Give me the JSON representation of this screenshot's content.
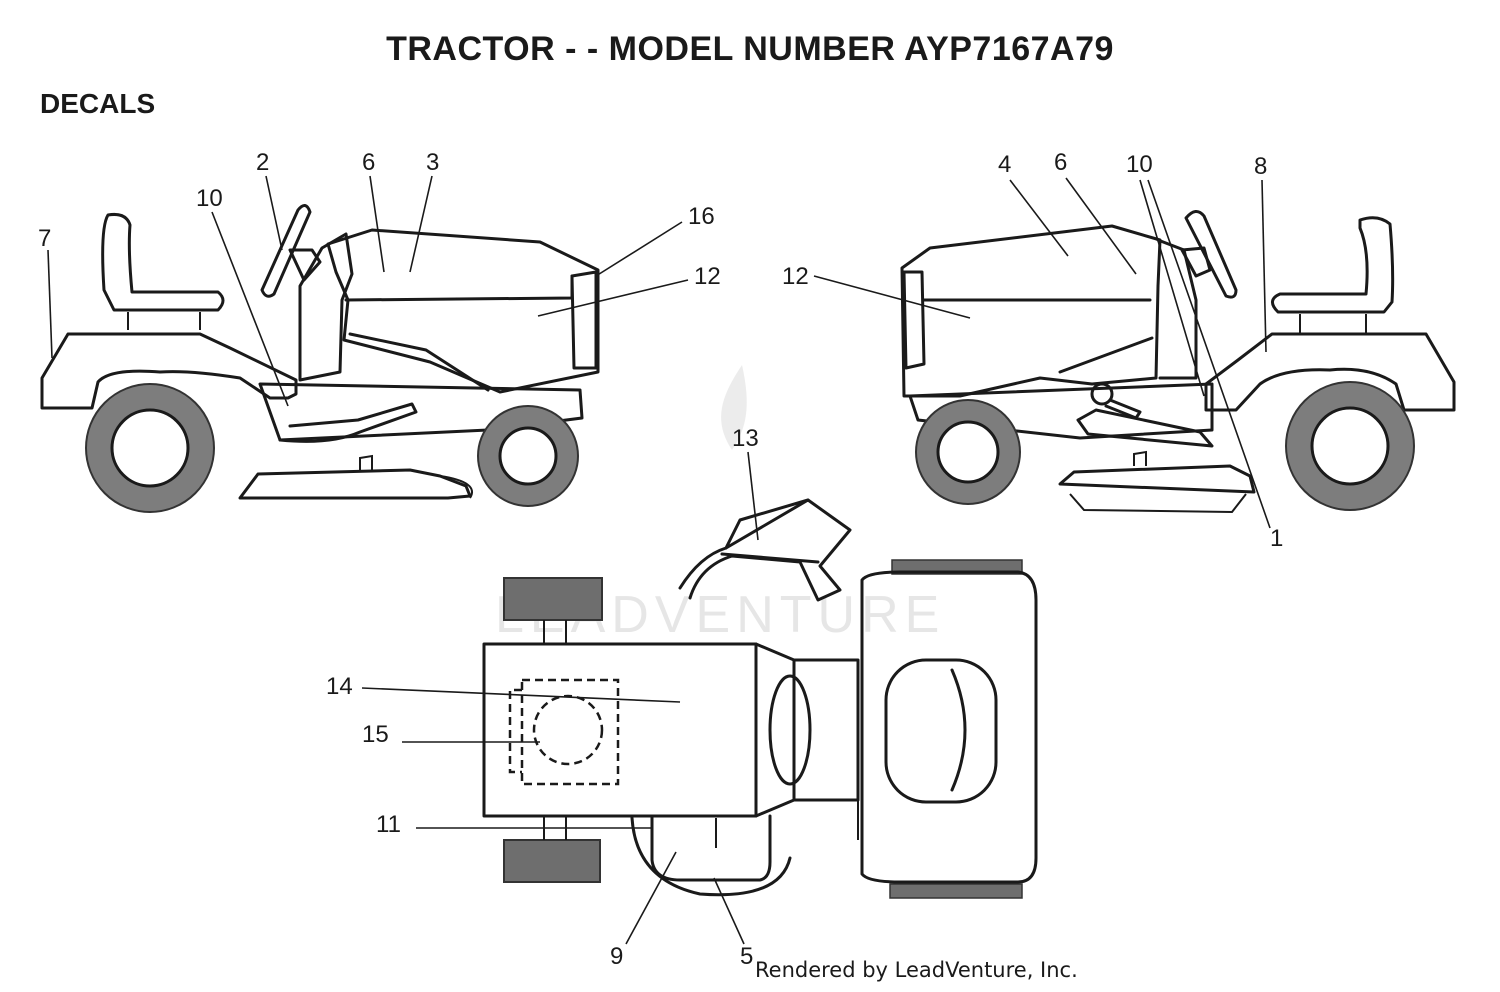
{
  "title": "TRACTOR - - MODEL NUMBER AYP7167A79",
  "section": "DECALS",
  "footer": "Rendered by LeadVenture, Inc.",
  "watermark": "LEADVENTURE",
  "callouts": {
    "left_7": "7",
    "left_10": "10",
    "left_2": "2",
    "left_6": "6",
    "left_3": "3",
    "left_16": "16",
    "left_12": "12",
    "right_12": "12",
    "right_4": "4",
    "right_6": "6",
    "right_10": "10",
    "right_8": "8",
    "right_1": "1",
    "top_13": "13",
    "top_14": "14",
    "top_15": "15",
    "top_11": "11",
    "top_9": "9",
    "top_5": "5"
  }
}
